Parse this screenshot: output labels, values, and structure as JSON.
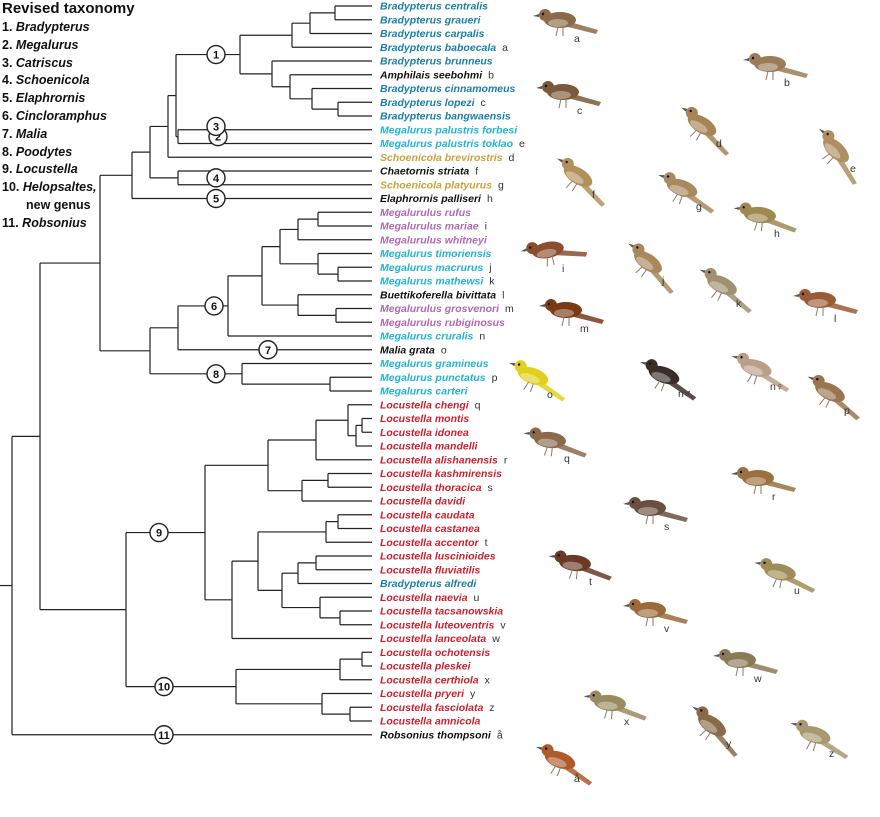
{
  "legend": {
    "title": "Revised taxonomy",
    "items": [
      {
        "num": "1.",
        "genus": "Bradypterus",
        "extra": ""
      },
      {
        "num": "2.",
        "genus": "Megalurus",
        "extra": ""
      },
      {
        "num": "3.",
        "genus": "Catriscus",
        "extra": ""
      },
      {
        "num": "4.",
        "genus": "Schoenicola",
        "extra": ""
      },
      {
        "num": "5.",
        "genus": "Elaphrornis",
        "extra": ""
      },
      {
        "num": "6.",
        "genus": "Cincloramphus",
        "extra": ""
      },
      {
        "num": "7.",
        "genus": "Malia",
        "extra": ""
      },
      {
        "num": "8.",
        "genus": "Poodytes",
        "extra": ""
      },
      {
        "num": "9.",
        "genus": "Locustella",
        "extra": ""
      },
      {
        "num": "10.",
        "genus": "Helopsaltes,",
        "extra": "new genus"
      },
      {
        "num": "11.",
        "genus": "Robsonius",
        "extra": ""
      }
    ]
  },
  "colors": {
    "bradypterus": "#1a7fa6",
    "megalurus": "#21b3d6",
    "schoenicola": "#c8a23c",
    "megalurulus": "#b06ab0",
    "locustella": "#cc1f2e",
    "other": "#111111"
  },
  "taxa": [
    {
      "name": "Bradypterus centralis",
      "group": "bradypterus",
      "letter": ""
    },
    {
      "name": "Bradypterus graueri",
      "group": "bradypterus",
      "letter": ""
    },
    {
      "name": "Bradypterus carpalis",
      "group": "bradypterus",
      "letter": ""
    },
    {
      "name": "Bradypterus baboecala",
      "group": "bradypterus",
      "letter": "a"
    },
    {
      "name": "Bradypterus brunneus",
      "group": "bradypterus",
      "letter": ""
    },
    {
      "name": "Amphilais seebohmi",
      "group": "other",
      "letter": "b"
    },
    {
      "name": "Bradypterus cinnamomeus",
      "group": "bradypterus",
      "letter": ""
    },
    {
      "name": "Bradypterus lopezi",
      "group": "bradypterus",
      "letter": "c"
    },
    {
      "name": "Bradypterus bangwaensis",
      "group": "bradypterus",
      "letter": ""
    },
    {
      "name": "Megalurus palustris forbesi",
      "group": "megalurus",
      "letter": ""
    },
    {
      "name": "Megalurus palustris toklao",
      "group": "megalurus",
      "letter": "e"
    },
    {
      "name": "Schoenicola brevirostris",
      "group": "schoenicola",
      "letter": "d"
    },
    {
      "name": "Chaetornis striata",
      "group": "other",
      "letter": "f"
    },
    {
      "name": "Schoenicola platyurus",
      "group": "schoenicola",
      "letter": "g"
    },
    {
      "name": "Elaphrornis palliseri",
      "group": "other",
      "letter": "h"
    },
    {
      "name": "Megalurulus rufus",
      "group": "megalurulus",
      "letter": ""
    },
    {
      "name": "Megalurulus mariae",
      "group": "megalurulus",
      "letter": "i"
    },
    {
      "name": "Megalurulus whitneyi",
      "group": "megalurulus",
      "letter": ""
    },
    {
      "name": "Megalurus timoriensis",
      "group": "megalurus",
      "letter": ""
    },
    {
      "name": "Megalurus macrurus",
      "group": "megalurus",
      "letter": "j"
    },
    {
      "name": "Megalurus mathewsi",
      "group": "megalurus",
      "letter": "k"
    },
    {
      "name": "Buettikoferella bivittata",
      "group": "other",
      "letter": "l"
    },
    {
      "name": "Megalurulus grosvenori",
      "group": "megalurulus",
      "letter": "m"
    },
    {
      "name": "Megalurulus rubiginosus",
      "group": "megalurulus",
      "letter": ""
    },
    {
      "name": "Megalurus cruralis",
      "group": "megalurus",
      "letter": "n"
    },
    {
      "name": "Malia grata",
      "group": "other",
      "letter": "o"
    },
    {
      "name": "Megalurus gramineus",
      "group": "megalurus",
      "letter": ""
    },
    {
      "name": "Megalurus punctatus",
      "group": "megalurus",
      "letter": "p"
    },
    {
      "name": "Megalurus carteri",
      "group": "megalurus",
      "letter": ""
    },
    {
      "name": "Locustella chengi",
      "group": "locustella",
      "letter": "q"
    },
    {
      "name": "Locustella montis",
      "group": "locustella",
      "letter": ""
    },
    {
      "name": "Locustella idonea",
      "group": "locustella",
      "letter": ""
    },
    {
      "name": "Locustella mandelli",
      "group": "locustella",
      "letter": ""
    },
    {
      "name": "Locustella alishanensis",
      "group": "locustella",
      "letter": "r"
    },
    {
      "name": "Locustella kashmirensis",
      "group": "locustella",
      "letter": ""
    },
    {
      "name": "Locustella thoracica",
      "group": "locustella",
      "letter": "s"
    },
    {
      "name": "Locustella davidi",
      "group": "locustella",
      "letter": ""
    },
    {
      "name": "Locustella caudata",
      "group": "locustella",
      "letter": ""
    },
    {
      "name": "Locustella castanea",
      "group": "locustella",
      "letter": ""
    },
    {
      "name": "Locustella accentor",
      "group": "locustella",
      "letter": "t"
    },
    {
      "name": "Locustella luscinioides",
      "group": "locustella",
      "letter": ""
    },
    {
      "name": "Locustella fluviatilis",
      "group": "locustella",
      "letter": ""
    },
    {
      "name": "Bradypterus alfredi",
      "group": "bradypterus",
      "letter": ""
    },
    {
      "name": "Locustella naevia",
      "group": "locustella",
      "letter": "u"
    },
    {
      "name": "Locustella tacsanowskia",
      "group": "locustella",
      "letter": ""
    },
    {
      "name": "Locustella luteoventris",
      "group": "locustella",
      "letter": "v"
    },
    {
      "name": "Locustella lanceolata",
      "group": "locustella",
      "letter": "w"
    },
    {
      "name": "Locustella ochotensis",
      "group": "locustella",
      "letter": ""
    },
    {
      "name": "Locustella pleskei",
      "group": "locustella",
      "letter": ""
    },
    {
      "name": "Locustella certhiola",
      "group": "locustella",
      "letter": "x"
    },
    {
      "name": "Locustella pryeri",
      "group": "locustella",
      "letter": "y"
    },
    {
      "name": "Locustella fasciolata",
      "group": "locustella",
      "letter": "z"
    },
    {
      "name": "Locustella amnicola",
      "group": "locustella",
      "letter": ""
    },
    {
      "name": "Robsonius thompsoni",
      "group": "other",
      "letter": "å"
    }
  ],
  "clade_labels": [
    "1",
    "2",
    "3",
    "4",
    "5",
    "6",
    "7",
    "8",
    "9",
    "10",
    "11"
  ],
  "illustrations": [
    {
      "letter": "a",
      "color": "#8a6a48"
    },
    {
      "letter": "b",
      "color": "#9a7c58"
    },
    {
      "letter": "c",
      "color": "#7a5a3a"
    },
    {
      "letter": "d",
      "color": "#a68456"
    },
    {
      "letter": "e",
      "color": "#b08e62"
    },
    {
      "letter": "f",
      "color": "#b2905c"
    },
    {
      "letter": "g",
      "color": "#a88a60"
    },
    {
      "letter": "h",
      "color": "#9e8a50"
    },
    {
      "letter": "i",
      "color": "#8a4e2e"
    },
    {
      "letter": "j",
      "color": "#a8885c"
    },
    {
      "letter": "k",
      "color": "#a09070"
    },
    {
      "letter": "l",
      "color": "#9a5c38"
    },
    {
      "letter": "m",
      "color": "#7a3a18"
    },
    {
      "letter": "n♂",
      "color": "#3a2e2a"
    },
    {
      "letter": "n♀",
      "color": "#b8a088"
    },
    {
      "letter": "o",
      "color": "#e2d020"
    },
    {
      "letter": "p",
      "color": "#9a7650"
    },
    {
      "letter": "q",
      "color": "#8a6a4a"
    },
    {
      "letter": "r",
      "color": "#9a7040"
    },
    {
      "letter": "s",
      "color": "#6a5040"
    },
    {
      "letter": "t",
      "color": "#6a3a28"
    },
    {
      "letter": "u",
      "color": "#a08c58"
    },
    {
      "letter": "v",
      "color": "#9a6a3a"
    },
    {
      "letter": "w",
      "color": "#8a7a58"
    },
    {
      "letter": "x",
      "color": "#9a8a60"
    },
    {
      "letter": "y",
      "color": "#8a6a4a"
    },
    {
      "letter": "z",
      "color": "#a89870"
    },
    {
      "letter": "å",
      "color": "#b05a2a"
    }
  ]
}
